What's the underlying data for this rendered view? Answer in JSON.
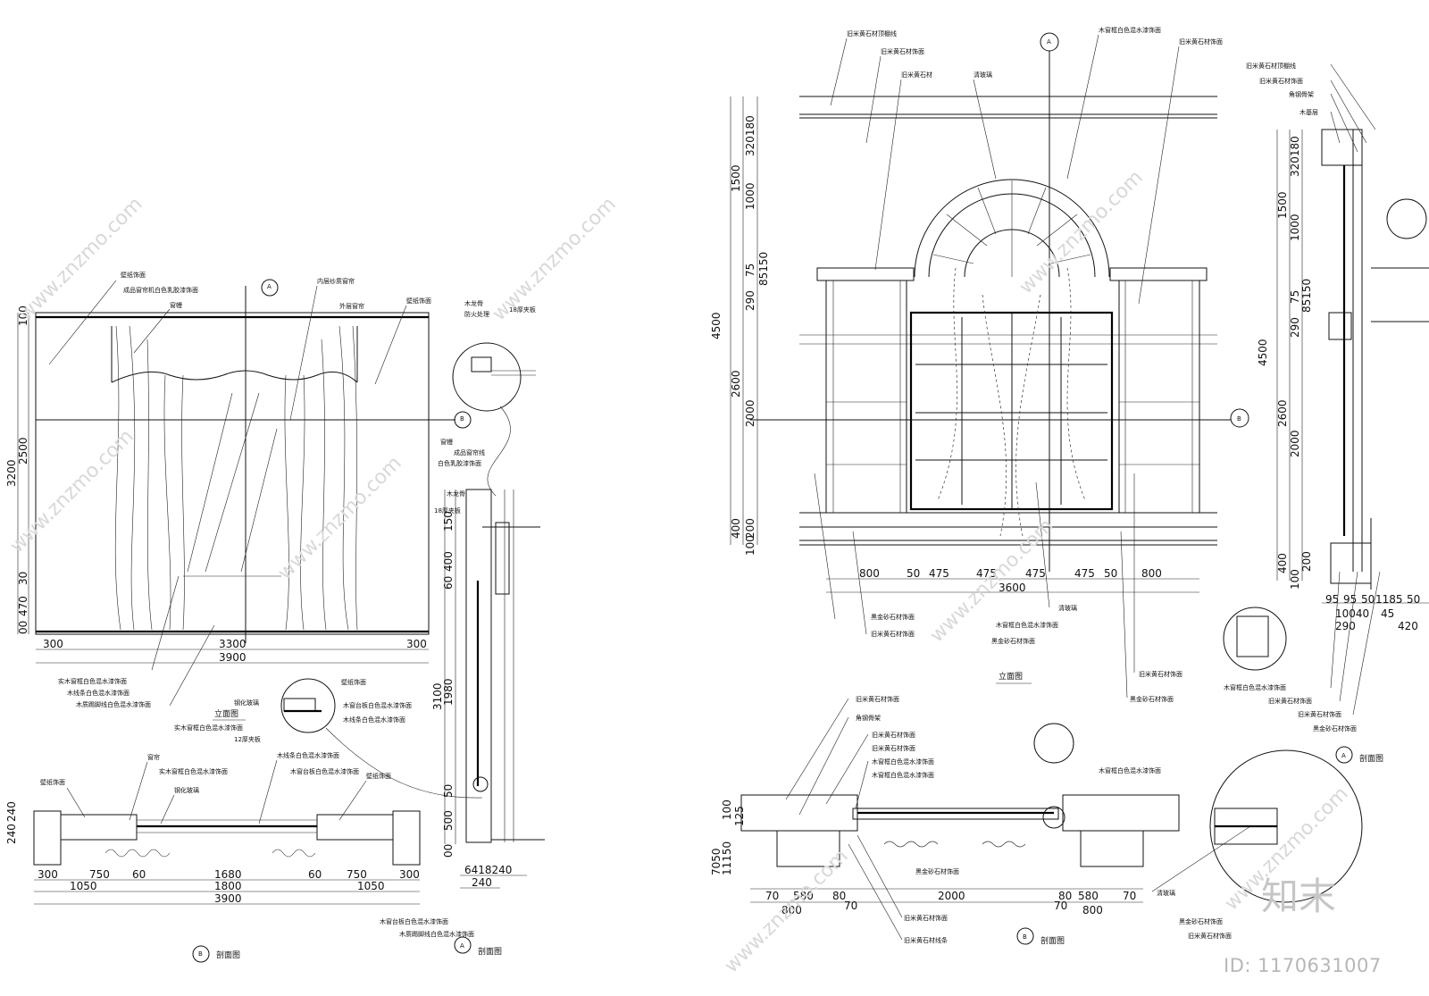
{
  "drawing1": {
    "notes": [
      "壁纸饰面",
      "成品窗帘机白色乳胶漆饰面",
      "窗幔",
      "内层纱质窗帘",
      "外层窗帘",
      "壁纸饰面",
      "木龙骨",
      "防火处理",
      "18厚夹板",
      "窗幔",
      "成品窗帘线",
      "白色乳胶漆饰面",
      "木龙骨",
      "18厚夹板"
    ],
    "bottom_notes": [
      "实木窗框白色混水漆饰面",
      "木线条白色混水漆饰面",
      "木质踢脚线白色混水漆饰面",
      "实木窗框白色混水漆饰面"
    ],
    "v_dims": [
      "100",
      "2500",
      "3200",
      "30",
      "470",
      "00"
    ],
    "h_dims_row1": [
      "300",
      "3300",
      "300"
    ],
    "h_total": "3900",
    "title": "立面图",
    "marker_A": "A",
    "marker_B": "B"
  },
  "detail1": {
    "notes": [
      "壁纸饰面",
      "钢化玻璃",
      "木窗台板白色混水漆饰面",
      "木线条白色混水漆饰面",
      "12厚夹板"
    ]
  },
  "section1": {
    "notes": [
      "窗帘",
      "实木窗框白色混水漆饰面",
      "钢化玻璃",
      "木线条白色混水漆饰面",
      "木窗台板白色混水漆饰面",
      "壁纸饰面",
      "壁纸饰面"
    ],
    "v_dims": [
      "240",
      "240"
    ],
    "h_dims_row1": [
      "300",
      "750",
      "60",
      "1680",
      "60",
      "750",
      "300"
    ],
    "h_dims_row2": [
      "1050",
      "1800",
      "1050"
    ],
    "h_total": "3900",
    "bottom_notes": [
      "木窗台板白色混水漆饰面",
      "木质踢脚线白色混水漆饰面"
    ],
    "title": "剖面图",
    "marker": "B"
  },
  "section2": {
    "v_dims": [
      "150",
      "400",
      "60",
      "3100",
      "1980",
      "50",
      "500",
      "00"
    ],
    "h_dims": [
      "6418240",
      "240"
    ],
    "title": "剖面图",
    "marker": "A"
  },
  "drawing2": {
    "notes_top": [
      "旧米黄石材顶棚线",
      "旧米黄石材饰面",
      "旧米黄石材",
      "清玻璃",
      "木窗框白色混水漆饰面",
      "旧米黄石材饰面"
    ],
    "notes_bottom": [
      "黑金砂石材饰面",
      "旧米黄石材饰面",
      "清玻璃",
      "木窗框白色混水漆饰面",
      "黑金砂石材饰面",
      "旧米黄石材饰面",
      "黑金砂石材饰面"
    ],
    "v_dims_outer": [
      "1500",
      "4500",
      "2600",
      "400",
      "100"
    ],
    "v_dims_inner": [
      "320180",
      "1000",
      "290",
      "75",
      "85150",
      "2000",
      "200"
    ],
    "h_dims_row1": [
      "800",
      "50",
      "475",
      "475",
      "475",
      "475",
      "50",
      "800"
    ],
    "h_total": "3600",
    "title": "立面图",
    "marker_A": "A",
    "marker_B": "B"
  },
  "section3": {
    "notes_top": [
      "旧米黄石材顶棚线",
      "旧米黄石材饰面",
      "角钢骨架",
      "木基层"
    ],
    "v_dims_outer": [
      "1500",
      "4500",
      "2600",
      "400",
      "100"
    ],
    "v_dims_inner": [
      "320180",
      "1000",
      "290",
      "75",
      "85150",
      "2000",
      "200"
    ],
    "h_dims_row1": [
      "95",
      "95",
      "50",
      "1185",
      "50"
    ],
    "h_dims_row2": [
      "10040",
      "45"
    ],
    "h_total": "290",
    "h_total2": "420",
    "notes_bottom": [
      "木窗框白色混水漆饰面",
      "旧米黄石材饰面",
      "旧米黄石材饰面",
      "黑金砂石材饰面"
    ],
    "title": "剖面图",
    "marker": "A"
  },
  "section4": {
    "notes": [
      "旧米黄石材饰面",
      "角钢骨架",
      "旧米黄石材饰面",
      "旧米黄石材饰面",
      "木窗框白色混水漆饰面",
      "木窗框白色混水漆饰面",
      "木窗框白色混水漆饰面",
      "黑金砂石材饰面",
      "清玻璃",
      "黑金砂石材饰面",
      "旧米黄石材饰面",
      "旧米黄石材饰面",
      "旧米黄石材线条"
    ],
    "v_dims": [
      "125",
      "100",
      "7050",
      "11150"
    ],
    "h_dims_row1": [
      "70",
      "580",
      "80",
      "2000",
      "80",
      "580",
      "70"
    ],
    "h_dims_row2": [
      "800",
      "70",
      "70",
      "800"
    ],
    "title": "剖面图",
    "marker": "B"
  },
  "watermark": "www.znzmo.com",
  "logo": "知末",
  "id_label": "ID: 1170631007"
}
